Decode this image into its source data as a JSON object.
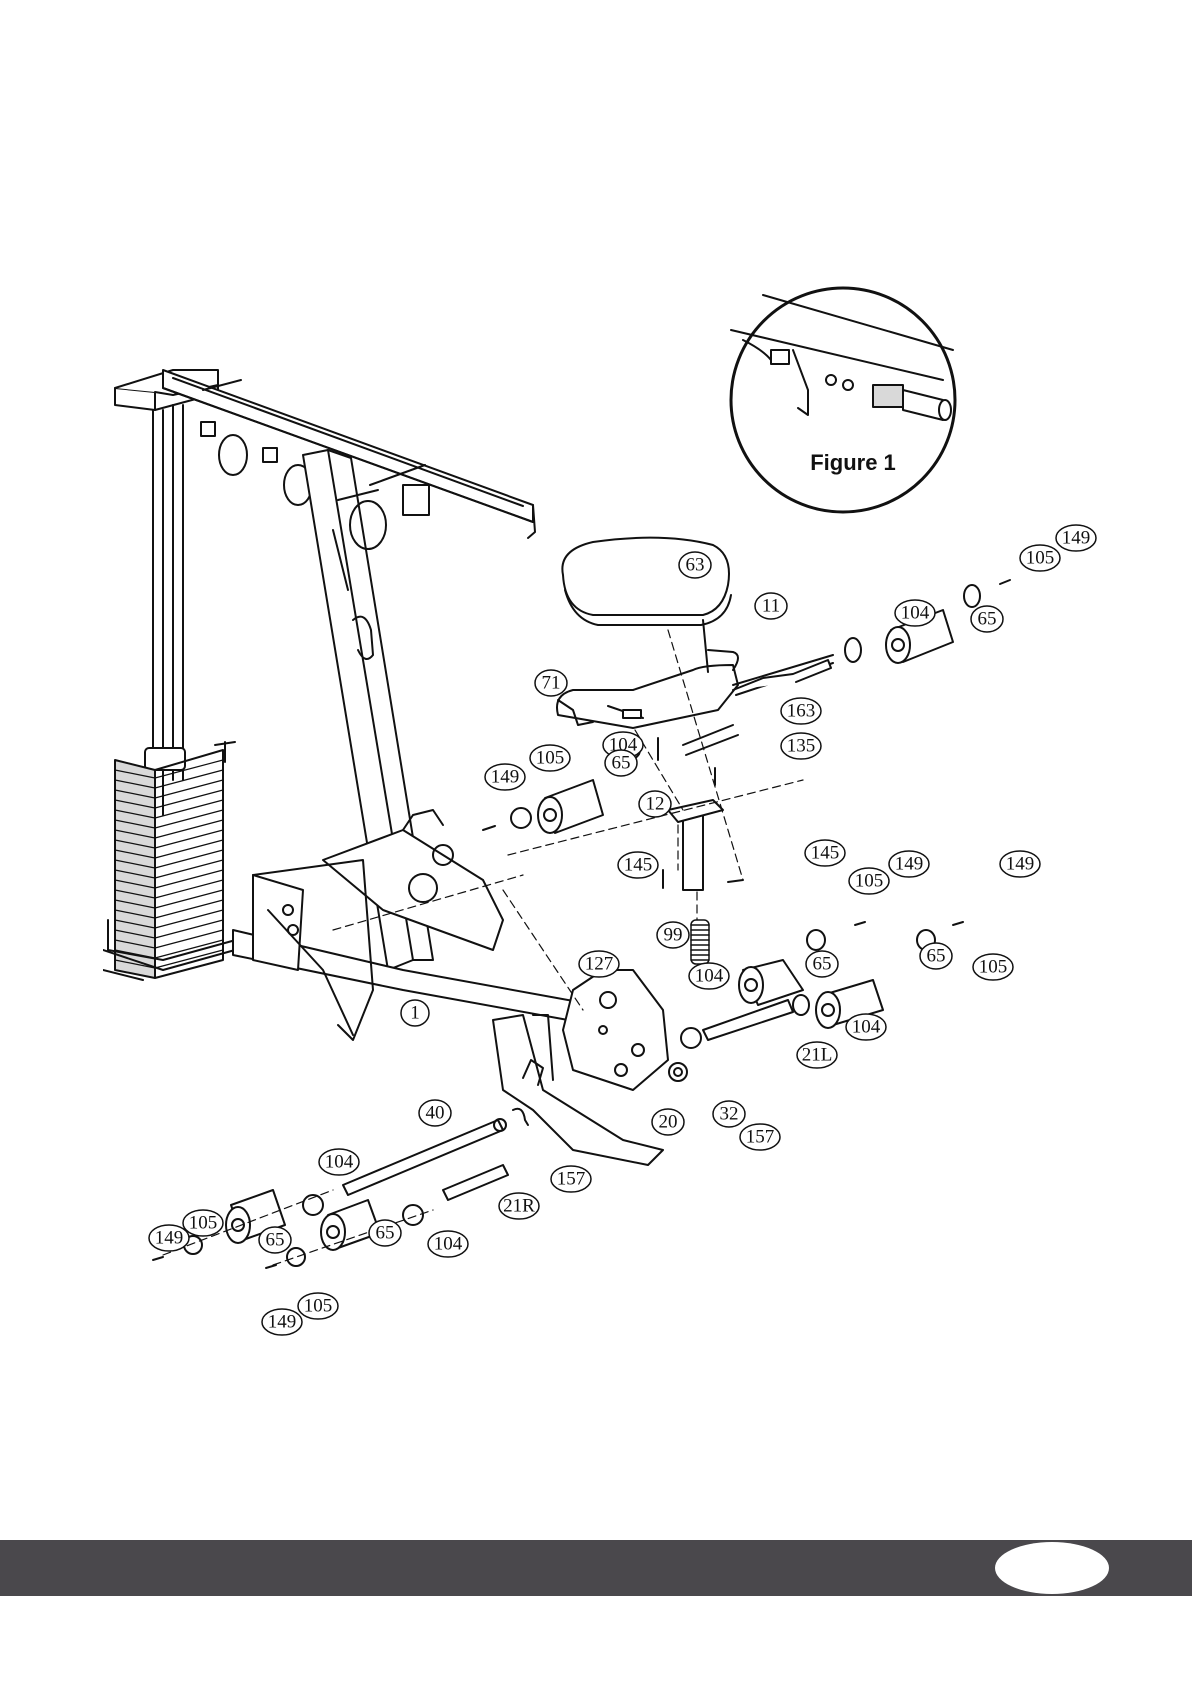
{
  "figure": {
    "label": "Figure  1"
  },
  "callouts": [
    {
      "id": "c63",
      "text": "63"
    },
    {
      "id": "c11",
      "text": "11"
    },
    {
      "id": "c71",
      "text": "71"
    },
    {
      "id": "c104a",
      "text": "104"
    },
    {
      "id": "c163",
      "text": "163"
    },
    {
      "id": "c135",
      "text": "135"
    },
    {
      "id": "c149a",
      "text": "149"
    },
    {
      "id": "c105a",
      "text": "105"
    },
    {
      "id": "c65a",
      "text": "65"
    },
    {
      "id": "c12",
      "text": "12"
    },
    {
      "id": "c145a",
      "text": "145"
    },
    {
      "id": "c145b",
      "text": "145"
    },
    {
      "id": "c99",
      "text": "99"
    },
    {
      "id": "c127",
      "text": "127"
    },
    {
      "id": "c1",
      "text": "1"
    },
    {
      "id": "c104b",
      "text": "104"
    },
    {
      "id": "c65b",
      "text": "65"
    },
    {
      "id": "c105b",
      "text": "105"
    },
    {
      "id": "c149b",
      "text": "149"
    },
    {
      "id": "c65c",
      "text": "65"
    },
    {
      "id": "c149c",
      "text": "149"
    },
    {
      "id": "c105c",
      "text": "105"
    },
    {
      "id": "c104c",
      "text": "104"
    },
    {
      "id": "c21L",
      "text": "21L"
    },
    {
      "id": "c32",
      "text": "32"
    },
    {
      "id": "c157a",
      "text": "157"
    },
    {
      "id": "c20",
      "text": "20"
    },
    {
      "id": "c157b",
      "text": "157"
    },
    {
      "id": "c40",
      "text": "40"
    },
    {
      "id": "c21R",
      "text": "21R"
    },
    {
      "id": "c104d",
      "text": "104"
    },
    {
      "id": "c65d",
      "text": "65"
    },
    {
      "id": "c65e",
      "text": "65"
    },
    {
      "id": "c104e",
      "text": "104"
    },
    {
      "id": "c105d",
      "text": "105"
    },
    {
      "id": "c149d",
      "text": "149"
    },
    {
      "id": "c105e",
      "text": "105"
    },
    {
      "id": "c149e",
      "text": "149"
    },
    {
      "id": "c104f",
      "text": "104"
    },
    {
      "id": "c65f",
      "text": "65"
    },
    {
      "id": "c105f",
      "text": "105"
    },
    {
      "id": "c149f",
      "text": "149"
    }
  ],
  "colors": {
    "footer": "#4a484c",
    "line": "#111111"
  },
  "footer": {
    "page_number": ""
  }
}
